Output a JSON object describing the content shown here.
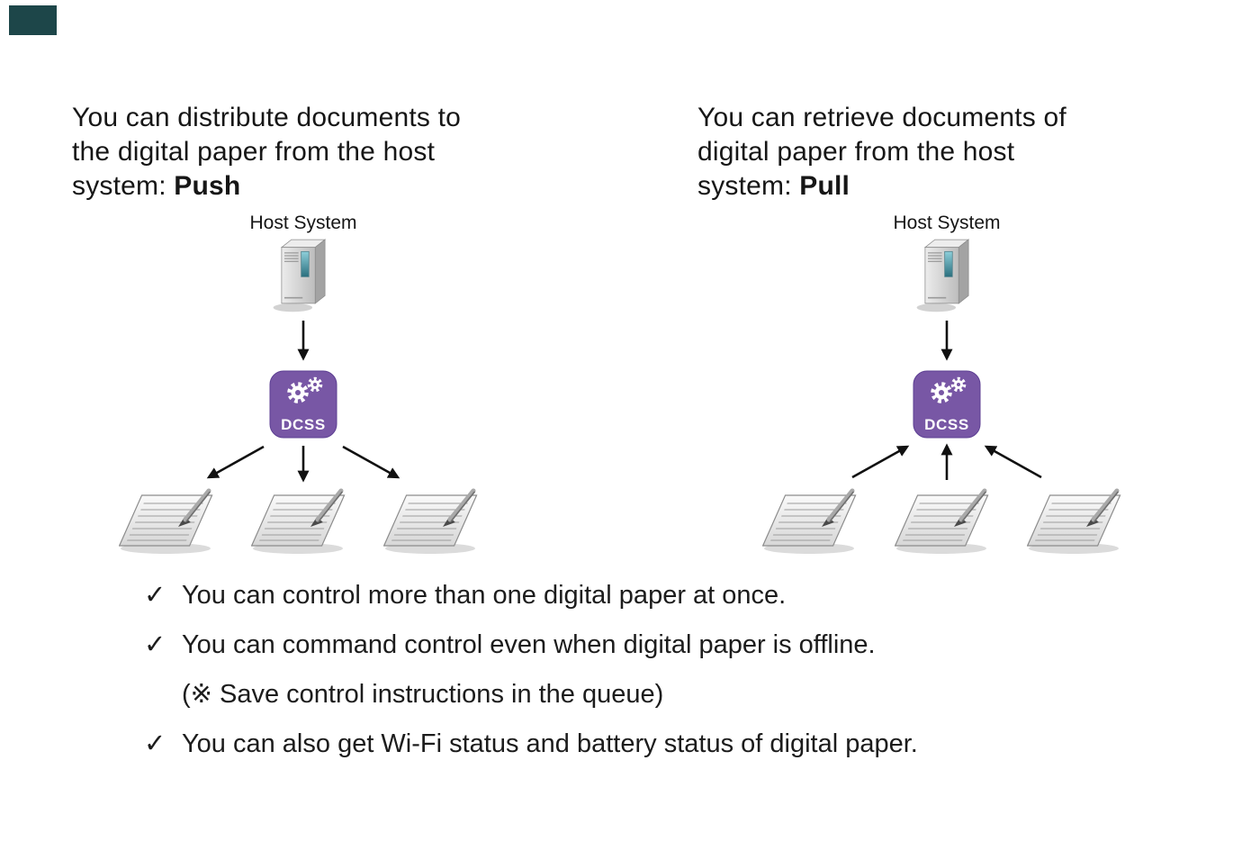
{
  "colors": {
    "corner_accent": "#1d4649",
    "hub_purple": "#7857a5",
    "text": "#1c1c1c"
  },
  "panels": [
    {
      "mode": "push",
      "heading_lines": [
        "You can distribute documents to",
        "the digital paper from the host"
      ],
      "heading_last_prefix": "system: ",
      "heading_bold": "Push",
      "host_label": "Host System",
      "hub_label": "DCSS",
      "device_count": 3,
      "arrow_direction": "host-to-devices"
    },
    {
      "mode": "pull",
      "heading_lines": [
        "You can retrieve documents of",
        "digital paper from the host"
      ],
      "heading_last_prefix": "system: ",
      "heading_bold": "Pull",
      "host_label": "Host System",
      "hub_label": "DCSS",
      "device_count": 3,
      "arrow_direction": "devices-to-host"
    }
  ],
  "checklist": {
    "items": [
      {
        "marker": "✓",
        "text": "You can control more than one digital paper at once."
      },
      {
        "marker": "✓",
        "text": "You can command control even when digital paper is offline."
      },
      {
        "marker": "",
        "text": "(※ Save control instructions in the queue)"
      },
      {
        "marker": "✓",
        "text": "You can also get Wi-Fi status and battery status of digital paper."
      }
    ]
  }
}
